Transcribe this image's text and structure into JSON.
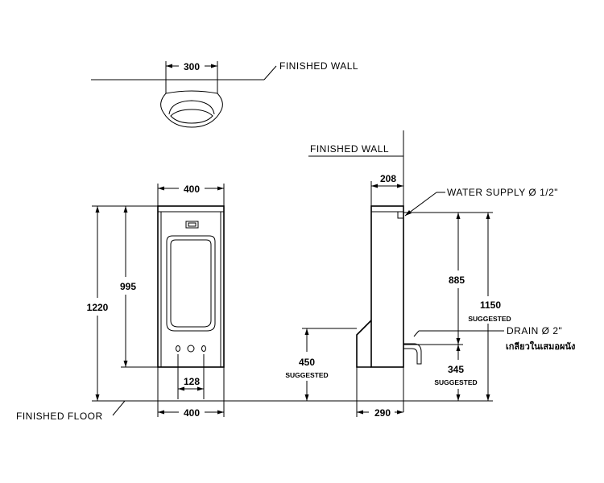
{
  "labels": {
    "finished_wall_top": "FINISHED WALL",
    "finished_wall_side": "FINISHED WALL",
    "finished_floor": "FINISHED FLOOR",
    "water_supply": "WATER SUPPLY Ø 1/2\"",
    "drain": "DRAIN Ø 2\"",
    "drain_note": "เกลียวในเสมอผนัง",
    "suggested": "SUGGESTED"
  },
  "dimensions": {
    "top_width": "300",
    "front_width_top": "400",
    "front_width_bottom": "400",
    "front_height": "995",
    "overall_height": "1220",
    "button_spacing": "128",
    "side_depth": "208",
    "side_base_depth": "290",
    "supply_height": "885",
    "supply_total": "1150",
    "rim_height": "450",
    "drain_height": "345"
  }
}
